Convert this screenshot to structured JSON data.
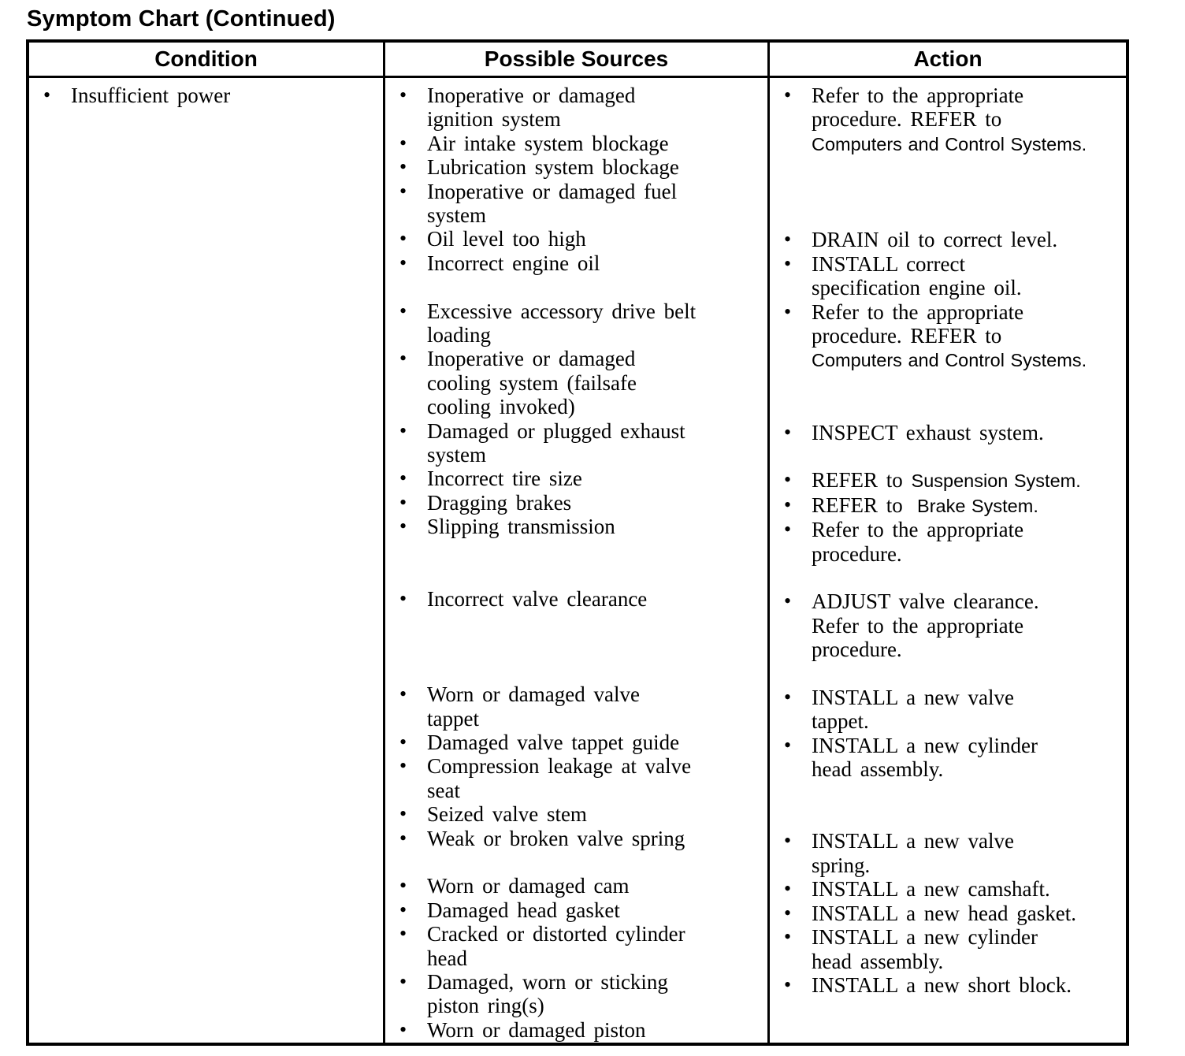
{
  "page_title": "Symptom Chart (Continued)",
  "colors": {
    "text": "#000000",
    "background": "#ffffff",
    "border": "#000000"
  },
  "icons": {
    "bullet": "•"
  },
  "table": {
    "headers": [
      {
        "label": "Condition"
      },
      {
        "label": "Possible Sources"
      },
      {
        "label": "Action"
      }
    ],
    "row": {
      "condition": {
        "items": [
          {
            "lines": [
              [
                "Insufficient power"
              ]
            ]
          }
        ]
      },
      "sources": {
        "items": [
          {
            "lines": [
              [
                "Inoperative or damaged"
              ],
              [
                "ignition system"
              ]
            ]
          },
          {
            "lines": [
              [
                "Air intake system blockage"
              ]
            ]
          },
          {
            "lines": [
              [
                "Lubrication system blockage"
              ]
            ]
          },
          {
            "lines": [
              [
                "Inoperative or damaged fuel"
              ],
              [
                "system"
              ]
            ]
          },
          {
            "lines": [
              [
                "Oil level too high"
              ]
            ]
          },
          {
            "lines": [
              [
                "Incorrect engine oil"
              ]
            ]
          },
          {
            "gap": 1
          },
          {
            "lines": [
              [
                "Excessive accessory drive belt"
              ],
              [
                "loading"
              ]
            ]
          },
          {
            "lines": [
              [
                "Inoperative or damaged"
              ],
              [
                "cooling system (failsafe"
              ],
              [
                "cooling invoked)"
              ]
            ]
          },
          {
            "lines": [
              [
                "Damaged or plugged exhaust"
              ],
              [
                "system"
              ]
            ]
          },
          {
            "lines": [
              [
                "Incorrect tire size"
              ]
            ]
          },
          {
            "lines": [
              [
                "Dragging brakes"
              ]
            ]
          },
          {
            "lines": [
              [
                "Slipping transmission"
              ]
            ]
          },
          {
            "gap": 2
          },
          {
            "lines": [
              [
                "Incorrect valve clearance"
              ]
            ]
          },
          {
            "gap": 3
          },
          {
            "lines": [
              [
                "Worn or damaged valve"
              ],
              [
                "tappet"
              ]
            ]
          },
          {
            "lines": [
              [
                "Damaged valve tappet guide"
              ]
            ]
          },
          {
            "lines": [
              [
                "Compression leakage at valve"
              ],
              [
                "seat"
              ]
            ]
          },
          {
            "lines": [
              [
                "Seized valve stem"
              ]
            ]
          },
          {
            "lines": [
              [
                "Weak or broken valve spring"
              ]
            ]
          },
          {
            "gap": 1
          },
          {
            "lines": [
              [
                "Worn or damaged cam"
              ]
            ]
          },
          {
            "lines": [
              [
                "Damaged head gasket"
              ]
            ]
          },
          {
            "lines": [
              [
                "Cracked or distorted cylinder"
              ],
              [
                "head"
              ]
            ]
          },
          {
            "lines": [
              [
                "Damaged, worn or sticking"
              ],
              [
                "piston ring(s)"
              ]
            ]
          },
          {
            "lines": [
              [
                "Worn or damaged piston"
              ]
            ]
          }
        ]
      },
      "action": {
        "items": [
          {
            "lines": [
              [
                "Refer to the appropriate"
              ],
              [
                "procedure. REFER to"
              ],
              [
                {
                  "text": "Computers and Control Systems.",
                  "font": "sans"
                }
              ]
            ]
          },
          {
            "gap": 3
          },
          {
            "lines": [
              [
                "DRAIN oil to correct level."
              ]
            ]
          },
          {
            "lines": [
              [
                "INSTALL correct"
              ],
              [
                "specification engine oil."
              ]
            ]
          },
          {
            "lines": [
              [
                "Refer to the appropriate"
              ],
              [
                "procedure. REFER to"
              ],
              [
                {
                  "text": "Computers and Control Systems.",
                  "font": "sans"
                }
              ]
            ]
          },
          {
            "gap": 2
          },
          {
            "lines": [
              [
                "INSPECT exhaust system."
              ]
            ]
          },
          {
            "gap": 1
          },
          {
            "lines": [
              [
                "REFER to ",
                {
                  "text": "Suspension System.",
                  "font": "sans"
                }
              ]
            ]
          },
          {
            "lines": [
              [
                "REFER to ",
                {
                  "text": " Brake System.",
                  "font": "sans"
                }
              ]
            ]
          },
          {
            "lines": [
              [
                "Refer to the appropriate"
              ],
              [
                "procedure."
              ]
            ]
          },
          {
            "gap": 1
          },
          {
            "lines": [
              [
                "ADJUST valve clearance."
              ],
              [
                "Refer to the appropriate"
              ],
              [
                "procedure."
              ]
            ]
          },
          {
            "gap": 1
          },
          {
            "lines": [
              [
                "INSTALL a new valve"
              ],
              [
                "tappet."
              ]
            ]
          },
          {
            "lines": [
              [
                "INSTALL a new cylinder"
              ],
              [
                "head assembly."
              ]
            ]
          },
          {
            "gap": 2
          },
          {
            "lines": [
              [
                "INSTALL a new valve"
              ],
              [
                "spring."
              ]
            ]
          },
          {
            "lines": [
              [
                "INSTALL a new camshaft."
              ]
            ]
          },
          {
            "lines": [
              [
                "INSTALL a new head gasket."
              ]
            ]
          },
          {
            "lines": [
              [
                "INSTALL a new cylinder"
              ],
              [
                "head assembly."
              ]
            ]
          },
          {
            "lines": [
              [
                "INSTALL a new short block."
              ]
            ]
          }
        ]
      }
    }
  }
}
